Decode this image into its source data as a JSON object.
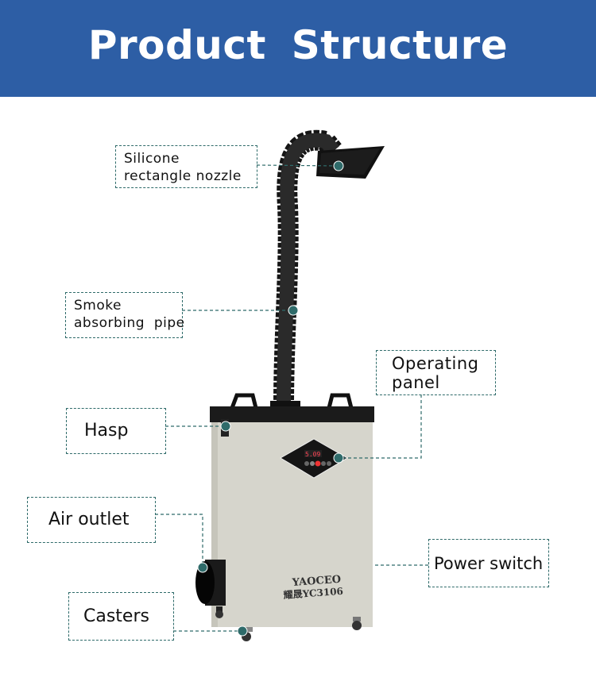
{
  "header": {
    "title": "Product Structure"
  },
  "labels": {
    "nozzle": [
      "Silicone",
      "rectangle nozzle"
    ],
    "pipe": [
      "Smoke",
      "absorbing  pipe"
    ],
    "hasp": "Hasp",
    "air_outlet": "Air outlet",
    "casters": "Casters",
    "operating_panel": [
      "Operating",
      "panel"
    ],
    "power_switch": "Power switch"
  },
  "product": {
    "brand": "YAOCEO",
    "model": "耀晟YC3106",
    "display": "5.09"
  },
  "colors": {
    "header": "#2d5ea5",
    "accent": "#2f6b6a",
    "body": "#d6d5cc"
  }
}
